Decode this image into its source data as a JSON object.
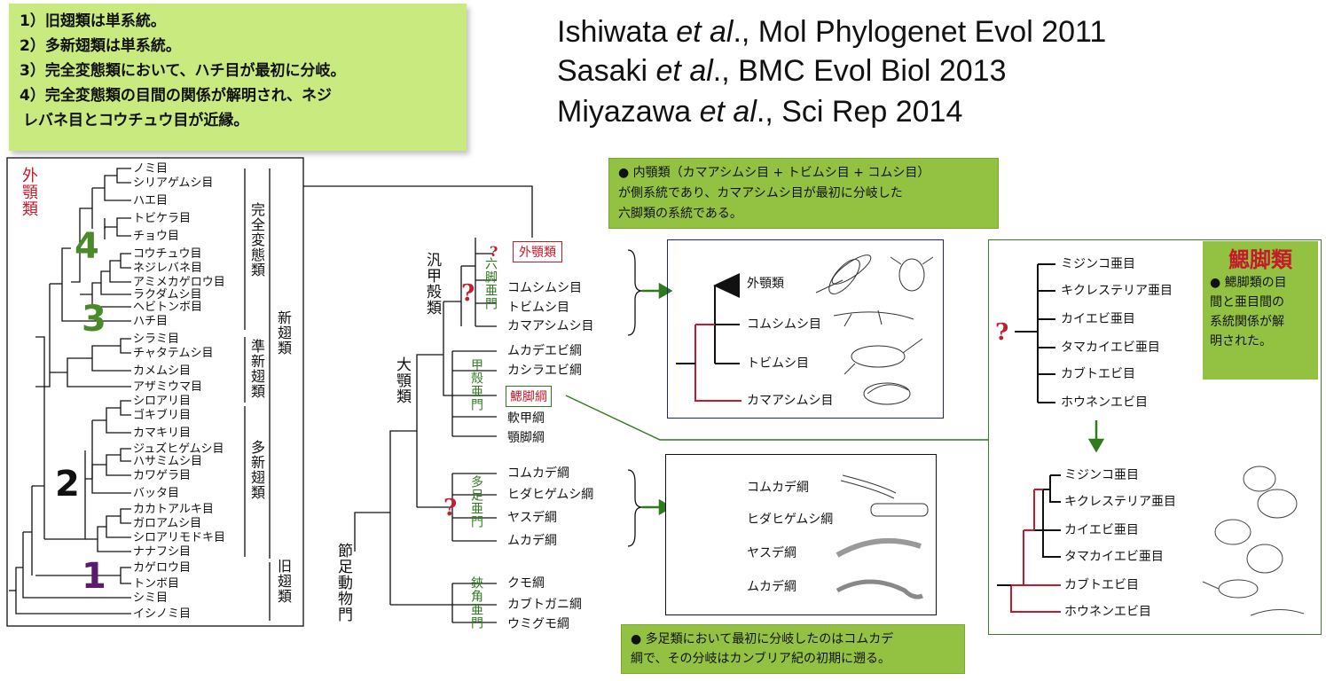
{
  "summary": {
    "points": [
      "1）旧翅類は単系統。",
      "2）多新翅類は単系統。",
      "3）完全変態類において、ハチ目が最初に分岐。",
      "4）完全変態類の目間の関係が解明され、ネジ",
      "レバネ目とコウチュウ目が近縁。"
    ]
  },
  "citations": [
    {
      "author": "Ishiwata",
      "etal": "et al",
      "rest": "., Mol Phylogenet Evol 2011"
    },
    {
      "author": "Sasaki",
      "etal": "et al",
      "rest": "., BMC Evol Biol 2013"
    },
    {
      "author": "Miyazawa",
      "etal": "et al",
      "rest": "., Sci Rep 2014"
    }
  ],
  "insect_tree": {
    "exo_label": "外顎類",
    "taxa": [
      "ノミ目",
      "シリアゲムシ目",
      "ハエ目",
      "トビケラ目",
      "チョウ目",
      "コウチュウ目",
      "ネジレバネ目",
      "アミメカゲロウ目",
      "ラクダムシ目",
      "ヘビトンボ目",
      "ハチ目",
      "シラミ目",
      "チャタテムシ目",
      "カメムシ目",
      "アザミウマ目",
      "シロアリ目",
      "ゴキブリ目",
      "カマキリ目",
      "ジュズヒゲムシ目",
      "ハサミムシ目",
      "カワゲラ目",
      "バッタ目",
      "カカトアルキ目",
      "ガロアムシ目",
      "シロアリモドキ目",
      "ナナフシ目",
      "カゲロウ目",
      "トンボ目",
      "シミ目",
      "イシノミ目"
    ],
    "groups": {
      "holo": "完全変態類",
      "para": "準新翅類",
      "poly": "多新翅類",
      "neo": "新翅類",
      "paleo": "旧翅類"
    },
    "numbers": {
      "n4": "4",
      "n3": "3",
      "n2": "2",
      "n1": "1"
    }
  },
  "arthropod_tree": {
    "root": "節足動物門",
    "mandibulata": "大顎類",
    "pancrustacea": "汎甲殻類",
    "hexapoda": "六脚亜門",
    "crustacea": "甲殻亜門",
    "myriapoda": "多足亜門",
    "chelicerata": "鋏角亜門",
    "hex_taxa": [
      "外顎類",
      "コムシムシ目",
      "トビムシ目",
      "カマアシムシ目"
    ],
    "crus_taxa": [
      "ムカデエビ綱",
      "カシラエビ綱",
      "鰓脚綱",
      "軟甲綱",
      "顎脚綱"
    ],
    "myr_taxa": [
      "コムカデ綱",
      "ヒダヒゲムシ綱",
      "ヤスデ綱",
      "ムカデ綱"
    ],
    "che_taxa": [
      "クモ綱",
      "カブトガニ綱",
      "ウミグモ綱"
    ],
    "qmark": "?"
  },
  "hexapod_box": {
    "taxa": [
      "外顎類",
      "コムシムシ目",
      "トビムシ目",
      "カマアシムシ目"
    ],
    "note": [
      "● 内顎類（カマアシムシ目 + トビムシ目 + コムシ目）",
      "が側系統であり、カマアシムシ目が最初に分岐した",
      "六脚類の系統である。"
    ]
  },
  "myriapod_box": {
    "taxa": [
      "コムカデ綱",
      "ヒダヒゲムシ綱",
      "ヤスデ綱",
      "ムカデ綱"
    ],
    "note": [
      "● 多足類において最初に分岐したのはコムカデ",
      "綱で、その分岐はカンブリア紀の初期に遡る。"
    ]
  },
  "branchio_box": {
    "title": "鰓脚類",
    "note": [
      "● 鰓脚類の目",
      "間と亜目間の",
      "系統関係が解",
      "明された。"
    ],
    "taxa_before": [
      "ミジンコ亜目",
      "キクレステリア亜目",
      "カイエビ亜目",
      "タマカイエビ亜目",
      "カブトエビ目",
      "ホウネンエビ目"
    ],
    "taxa_after": [
      "ミジンコ亜目",
      "キクレステリア亜目",
      "カイエビ亜目",
      "タマカイエビ亜目",
      "カブトエビ目",
      "ホウネンエビ目"
    ]
  },
  "colors": {
    "note_green": "#93c142",
    "summary_green": "#c8ea7e",
    "red": "#c41a2a",
    "dark_green": "#2f7a1e",
    "navy": "#1c2580",
    "box_green": "#3f7a2a",
    "purple": "#5a1a6e"
  }
}
